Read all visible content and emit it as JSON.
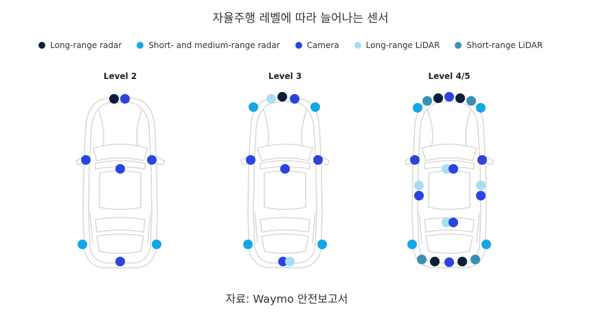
{
  "title": "자율주행 레벨에 따라 늘어나는 센서",
  "legend": [
    {
      "key": "long_radar",
      "label": "Long-range radar",
      "color": "#0b1f3a"
    },
    {
      "key": "short_radar",
      "label": "Short- and medium-range radar",
      "color": "#14a6e6"
    },
    {
      "key": "camera",
      "label": "Camera",
      "color": "#2b44e0"
    },
    {
      "key": "long_lidar",
      "label": "Long-range LiDAR",
      "color": "#a9def2"
    },
    {
      "key": "short_lidar",
      "label": "Short-range LiDAR",
      "color": "#3b8fb2"
    }
  ],
  "levels": [
    {
      "label": "Level 2"
    },
    {
      "label": "Level 3"
    },
    {
      "label": "Level 4/5"
    }
  ],
  "source": "자료: Waymo 안전보고서"
}
